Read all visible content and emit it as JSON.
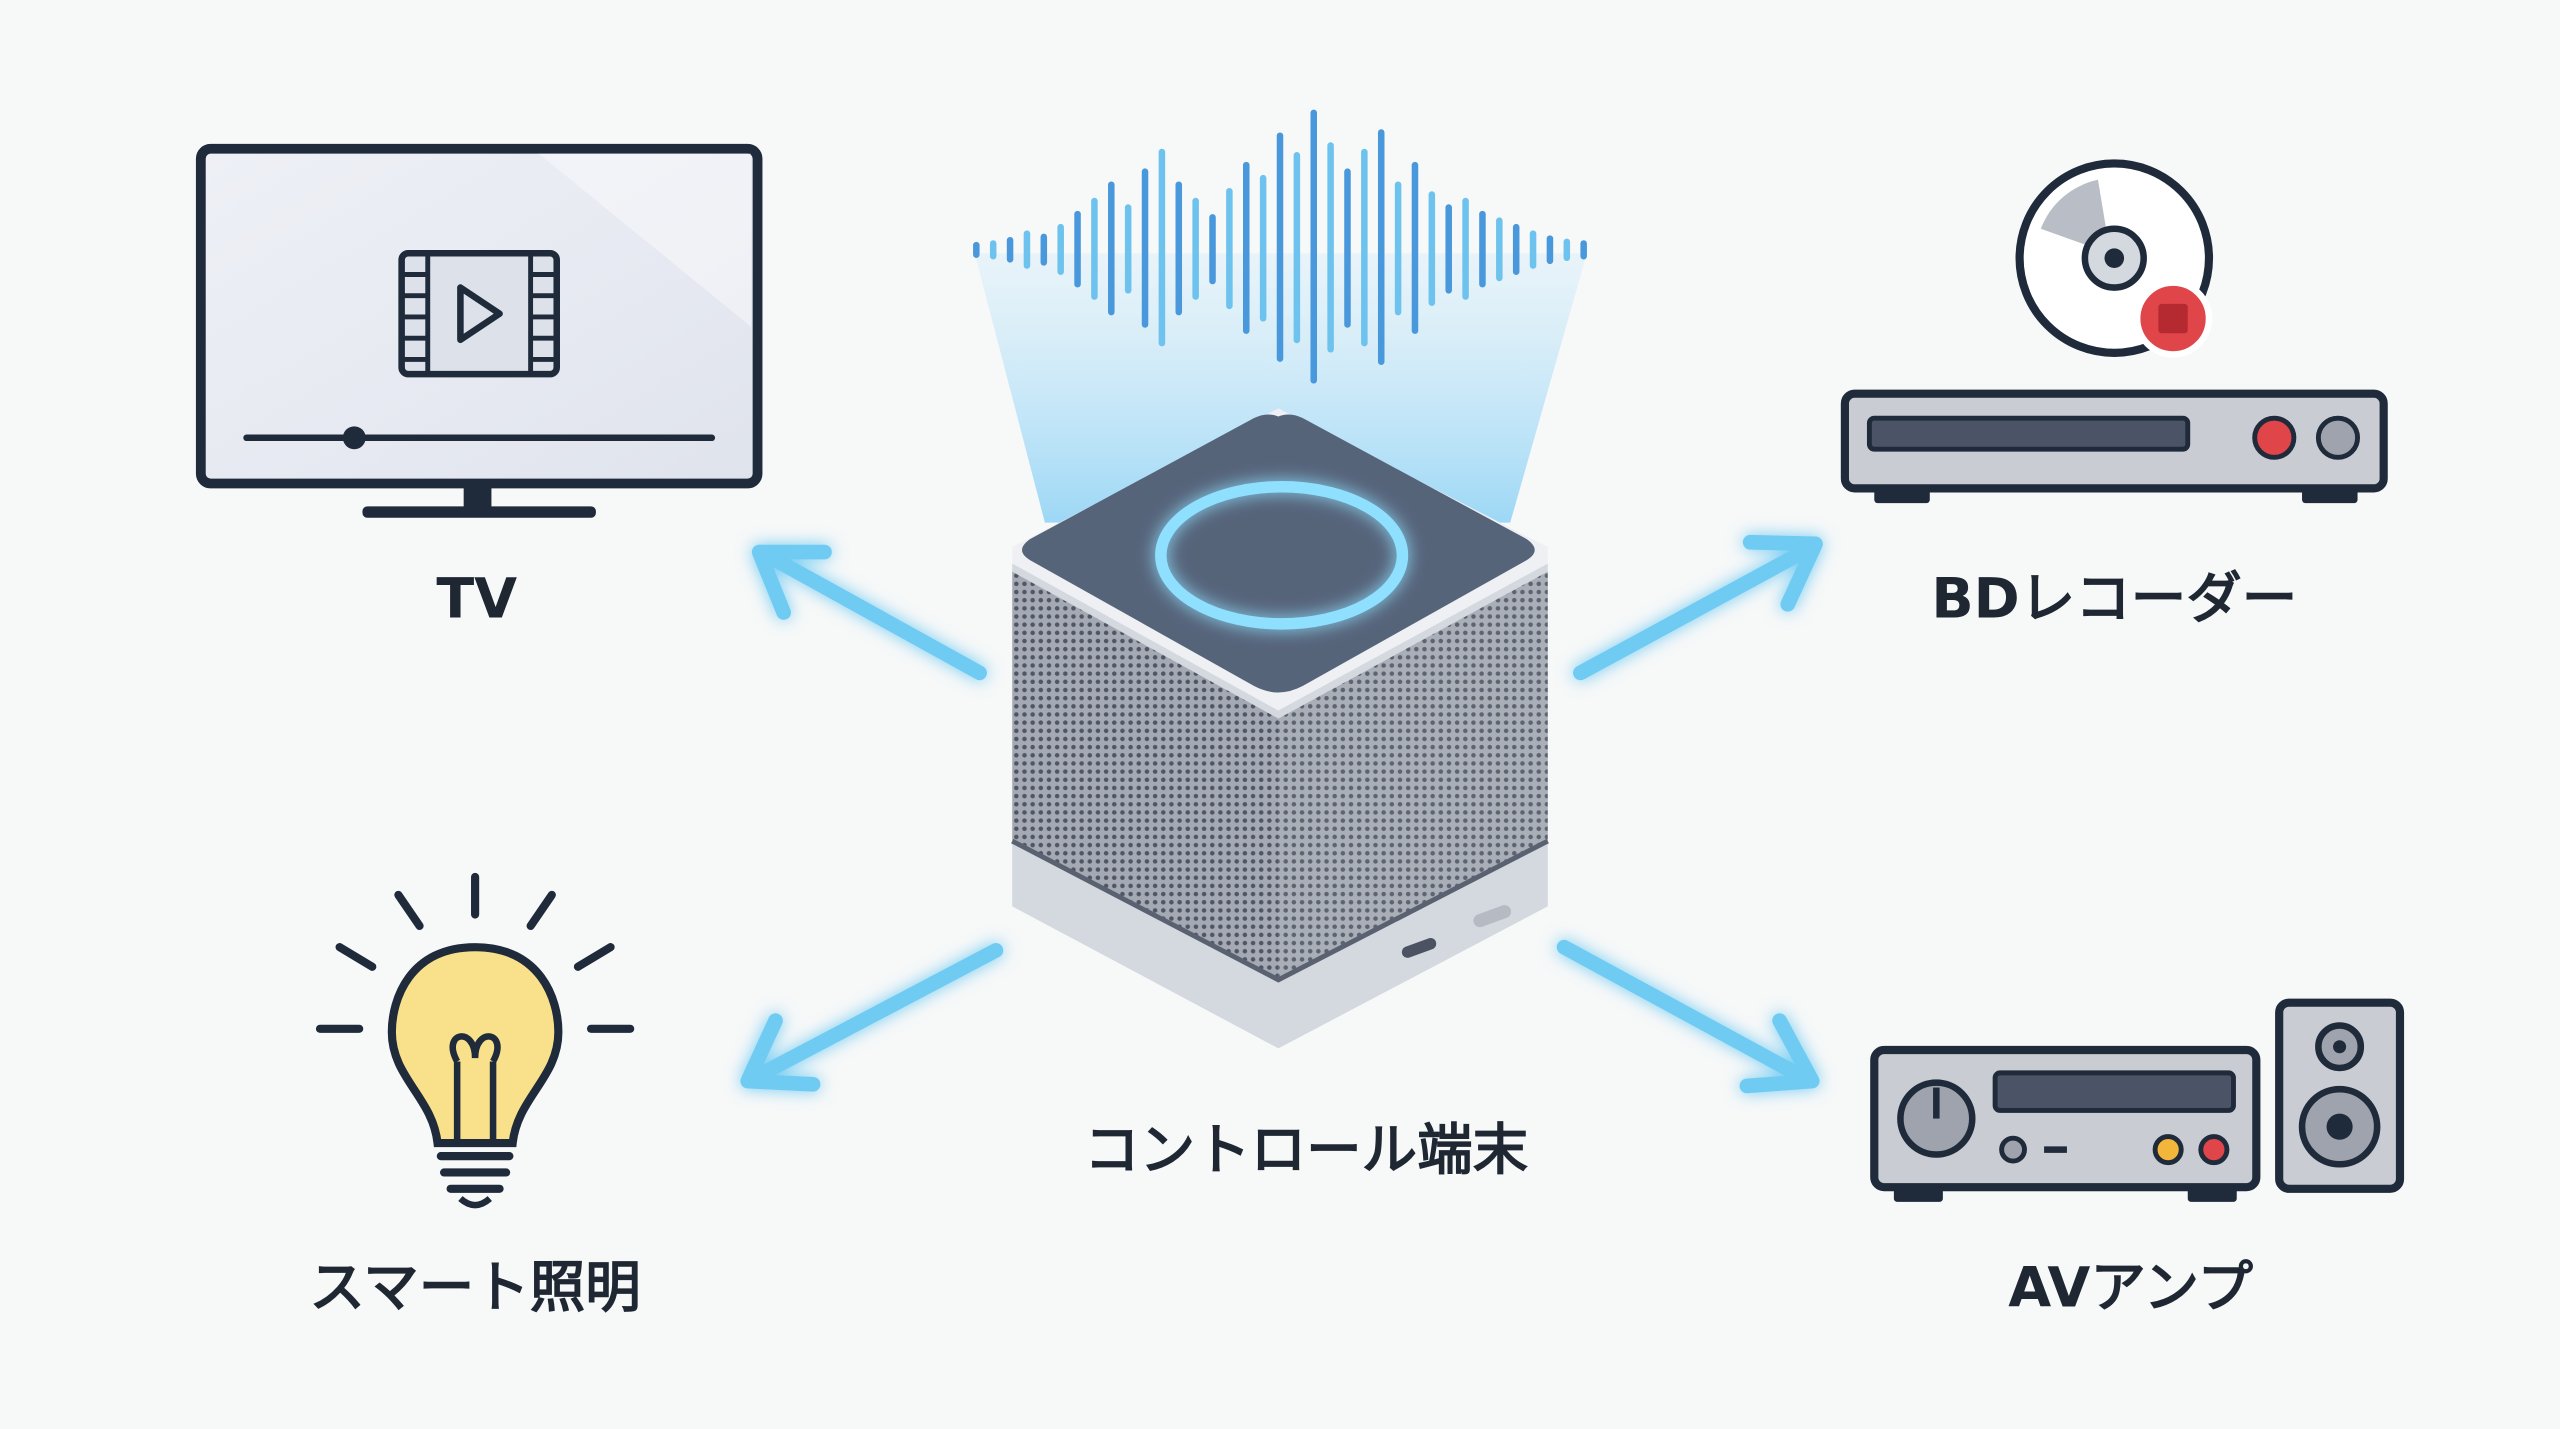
{
  "labels": {
    "tv": "TV",
    "bd_recorder": "BDレコーダー",
    "smart_light": "スマート照明",
    "controller": "コントロール端末",
    "av_amp": "AVアンプ"
  },
  "colors": {
    "outline": "#1f2a3a",
    "accent_blue": "#5ec4f0",
    "red": "#e0454a",
    "bulb_yellow": "#f9e08a",
    "device_grey": "#c9ccd3",
    "background": "#f7f8f8"
  }
}
